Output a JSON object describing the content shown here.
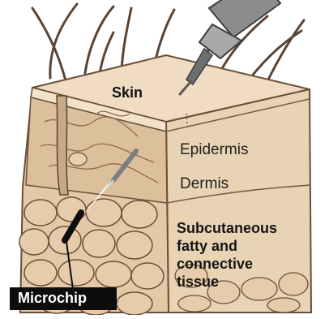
{
  "labels": {
    "skin": "Skin",
    "epidermis": "Epidermis",
    "dermis": "Dermis",
    "subcutaneous": [
      "Subcutaneous",
      "fatty and",
      "connective",
      "tissue"
    ],
    "microchip": "Microchip"
  },
  "colors": {
    "skin_tan": "#e9d3b5",
    "skin_top": "#efdcc2",
    "dermis_tan": "#dcc09c",
    "fat_lobule": "#e6ccaa",
    "outline": "#6a4f3a",
    "hair": "#5a4434",
    "needle_body": "#8a8a8a",
    "label_box": "#0d0d0d"
  }
}
